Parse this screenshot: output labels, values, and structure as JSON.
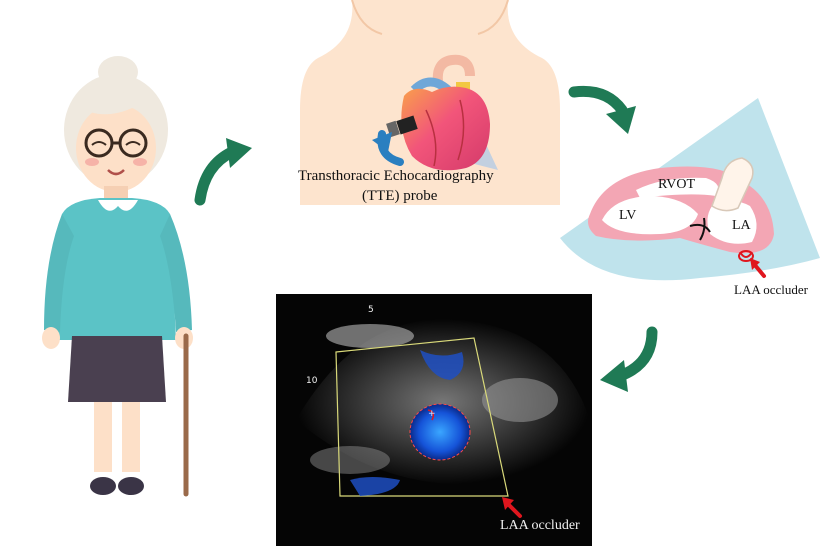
{
  "tte": {
    "caption_line1": "Transthoracic Echocardiography",
    "caption_line2": "(TTE) probe"
  },
  "heart_view": {
    "label_rvot": "RVOT",
    "label_lv": "LV",
    "label_la": "LA",
    "occluder_label": "LAA occluder"
  },
  "echo_image": {
    "depth_mark_top": "5",
    "depth_mark_mid": "10",
    "occluder_label": "LAA occluder"
  },
  "colors": {
    "arrow": "#1f7a55",
    "pointer": "#e0161e",
    "sweater": "#5bc3c6",
    "skin": "#fde0c8",
    "ultrasound_fan": "#bfe3ec",
    "heart_wall": "#f3a6b4"
  },
  "icons": [
    "elderly-woman-icon",
    "torso-icon",
    "heart-icon",
    "probe-icon",
    "flow-arrow-icon",
    "red-pointer-icon"
  ]
}
